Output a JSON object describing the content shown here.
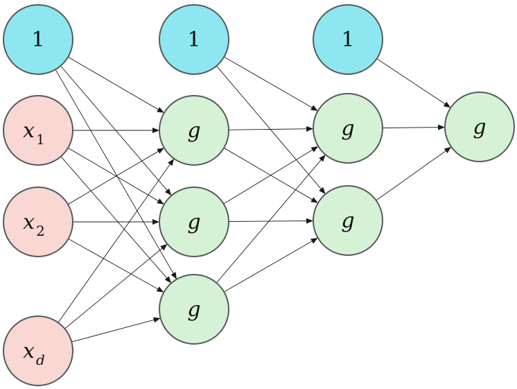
{
  "colors": {
    "bias": "#8ee6f0",
    "input": "#f9d7d3",
    "hidden": "#d6f2d6",
    "edge": "#1a1a1a"
  },
  "layers": [
    {
      "nodes": [
        {
          "id": "b0",
          "kind": "bias",
          "text": "1"
        },
        {
          "id": "x1",
          "kind": "input",
          "text": "x",
          "sub": "1"
        },
        {
          "id": "x2",
          "kind": "input",
          "text": "x",
          "sub": "2"
        },
        {
          "id": "xd",
          "kind": "input",
          "text": "x",
          "sub": "d"
        }
      ]
    },
    {
      "nodes": [
        {
          "id": "b1",
          "kind": "bias",
          "text": "1"
        },
        {
          "id": "h11",
          "kind": "hidden",
          "text": "g"
        },
        {
          "id": "h12",
          "kind": "hidden",
          "text": "g"
        },
        {
          "id": "h13",
          "kind": "hidden",
          "text": "g"
        }
      ]
    },
    {
      "nodes": [
        {
          "id": "b2",
          "kind": "bias",
          "text": "1"
        },
        {
          "id": "h21",
          "kind": "hidden",
          "text": "g"
        },
        {
          "id": "h22",
          "kind": "hidden",
          "text": "g"
        }
      ]
    },
    {
      "nodes": [
        {
          "id": "out",
          "kind": "hidden",
          "text": "g"
        }
      ]
    }
  ],
  "connections": [
    {
      "from": [
        "b0",
        "x1",
        "x2",
        "xd"
      ],
      "to": [
        "h11",
        "h12",
        "h13"
      ]
    },
    {
      "from": [
        "b1",
        "h11",
        "h12",
        "h13"
      ],
      "to": [
        "h21",
        "h22"
      ]
    },
    {
      "from": [
        "b2",
        "h21",
        "h22"
      ],
      "to": [
        "out"
      ]
    }
  ]
}
